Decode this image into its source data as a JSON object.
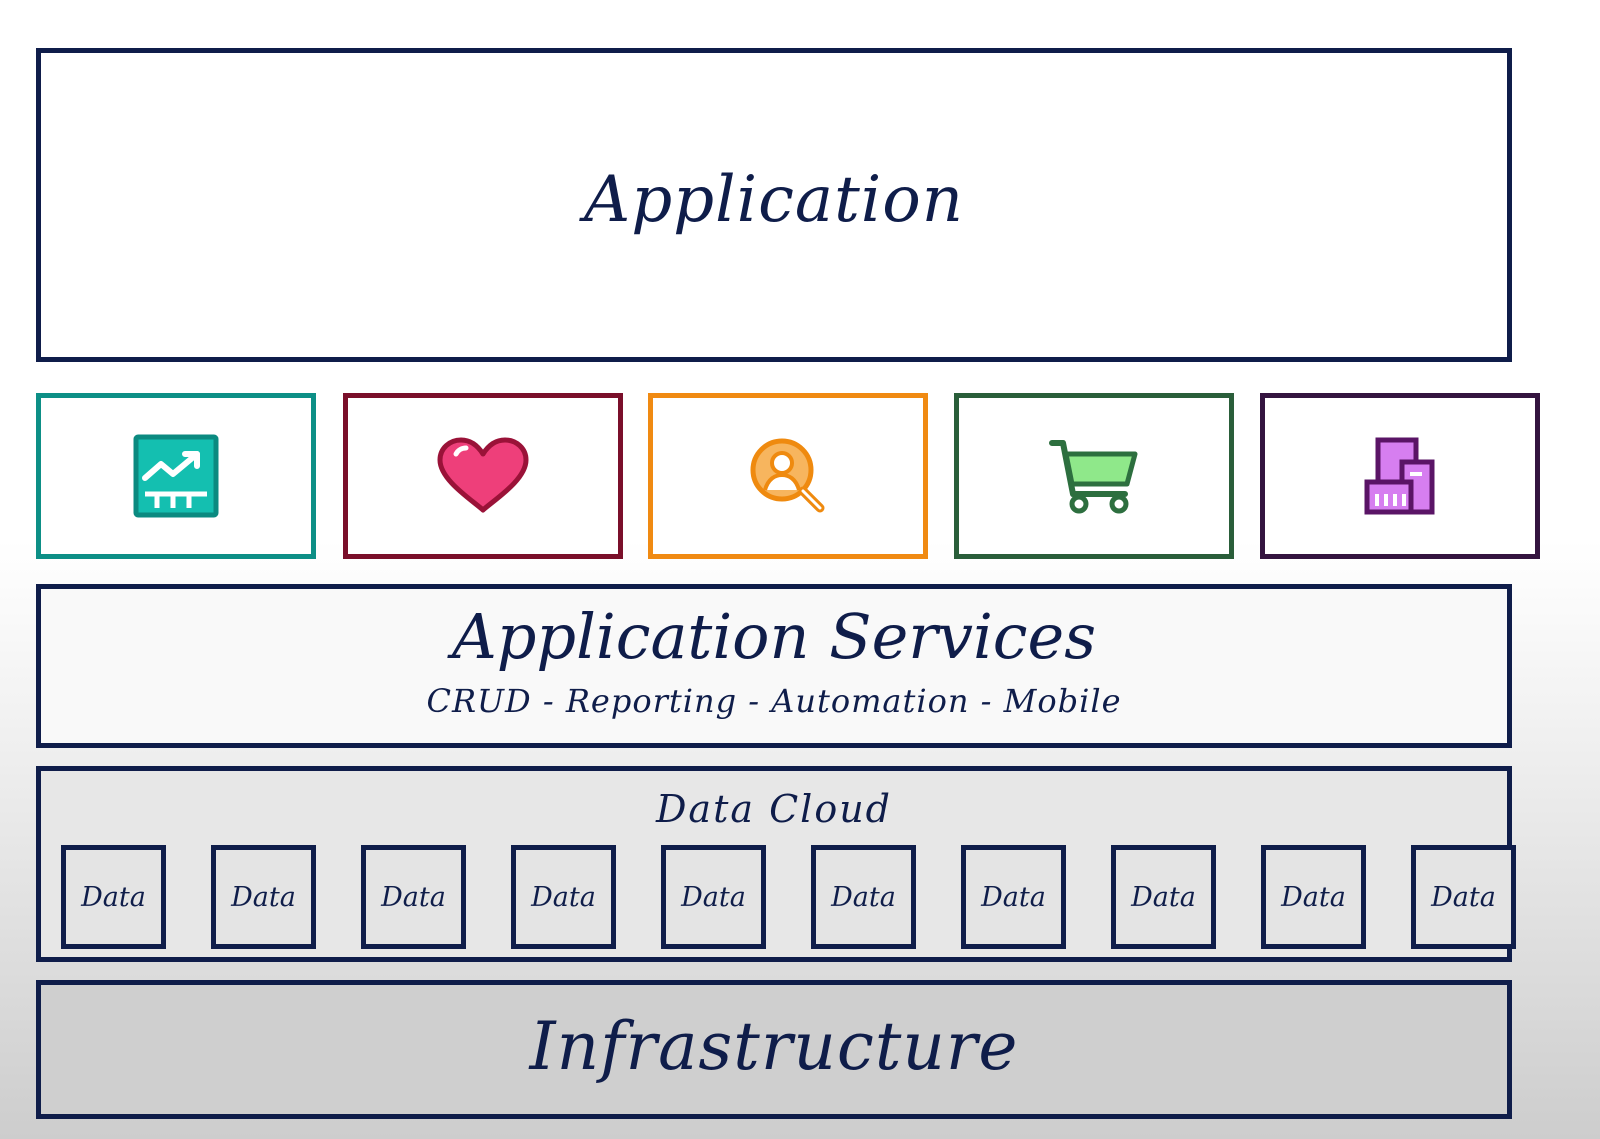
{
  "application": {
    "title": "Application"
  },
  "tiles": [
    {
      "icon": "analytics-chart-icon",
      "border_color": "#0d8f86",
      "icon_color": "#14bfb0"
    },
    {
      "icon": "heart-icon",
      "border_color": "#7a0f2a",
      "icon_color": "#ee3f7a"
    },
    {
      "icon": "person-search-icon",
      "border_color": "#f08a12",
      "icon_color": "#f5a33a"
    },
    {
      "icon": "shopping-cart-icon",
      "border_color": "#2a5e3a",
      "icon_color": "#8fe88a"
    },
    {
      "icon": "buildings-icon",
      "border_color": "#34143f",
      "icon_color": "#d67ef0"
    }
  ],
  "application_services": {
    "title": "Application Services",
    "subtitle": "CRUD - Reporting - Automation - Mobile"
  },
  "data_cloud": {
    "title": "Data Cloud",
    "cells": [
      "Data",
      "Data",
      "Data",
      "Data",
      "Data",
      "Data",
      "Data",
      "Data",
      "Data",
      "Data"
    ]
  },
  "infrastructure": {
    "title": "Infrastructure"
  },
  "colors": {
    "ink": "#0f1d4a"
  }
}
